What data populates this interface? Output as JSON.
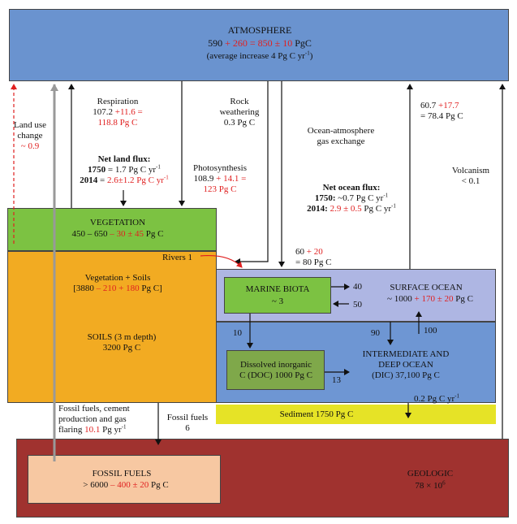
{
  "atmosphere": {
    "title": "ATMOSPHERE",
    "line1_a": "590",
    "line1_b": " + 260 = 850 ± 10",
    "line1_c": " PgC",
    "line2": "(average increase 4 Pg C yr",
    "line2_sup": "-1",
    "line2_end": ")"
  },
  "vegetation": {
    "title": "VEGETATION",
    "line_a": "450 – 650",
    "line_b": " – 30 ± 45",
    "line_c": " Pg C"
  },
  "veg_soils": {
    "title": "Vegetation + Soils",
    "line_a": "[3880",
    "line_b": " – 210 + 180",
    "line_c": " Pg C]"
  },
  "soils": {
    "line1": "SOILS (3 m depth)",
    "line2": "3200 Pg C"
  },
  "marine_biota": {
    "title": "MARINE BIOTA",
    "value": "~ 3"
  },
  "surface_ocean": {
    "title": "SURFACE OCEAN",
    "line_a": "~ 1000",
    "line_b": " + 170 ± 20",
    "line_c": " Pg C"
  },
  "deep_ocean": {
    "line1": "INTERMEDIATE AND",
    "line2": "DEEP OCEAN",
    "line3": "(DIC) 37,100 Pg C"
  },
  "dissolved": {
    "line1": "Dissolved inorganic",
    "line2": "C (DOC) 1000 Pg C"
  },
  "sediment": {
    "label": "Sediment 1750 Pg C"
  },
  "fossil_fuels": {
    "title": "FOSSIL FUELS",
    "line_a": "> 6000",
    "line_b": " – 400 ± 20",
    "line_c": " Pg C"
  },
  "geologic": {
    "title": "GEOLOGIC",
    "value": "78 × 10",
    "value_sup": "6"
  },
  "flows": {
    "land_use_1": "Land use",
    "land_use_2": "change",
    "land_use_3": "~ 0.9",
    "respiration_1": "Respiration",
    "respiration_2a": "107.2",
    "respiration_2b": " +11.6 =",
    "respiration_3": "118.8 Pg C",
    "rock_1": "Rock",
    "rock_2": "weathering",
    "rock_3": "0.3 Pg C",
    "ocean_atm_1": "Ocean-atmosphere",
    "ocean_atm_2": "gas exchange",
    "right_1a": "60.7",
    "right_1b": " +17.7",
    "right_2": "= 78.4 Pg C",
    "net_land_title": "Net land flux:",
    "net_land_1750_a": "1750",
    "net_land_1750_b": " = 1.7 Pg C yr",
    "net_land_1750_sup": "-1",
    "net_land_2014_a": "2014",
    "net_land_2014_b": " = ",
    "net_land_2014_c": "2.6±1.2 Pg C yr",
    "net_land_2014_sup": "-1",
    "photo_1": "Photosynthesis",
    "photo_2a": "108.9",
    "photo_2b": " + 14.1 =",
    "photo_3": "123 Pg C",
    "net_ocean_title": "Net ocean  flux:",
    "net_ocean_1750_a": "1750:",
    "net_ocean_1750_b": " ~0.7 Pg C yr",
    "net_ocean_1750_sup": "-1",
    "net_ocean_2014_a": "2014:",
    "net_ocean_2014_b": " 2.9 ± 0.5",
    "net_ocean_2014_c": " Pg C yr",
    "net_ocean_2014_sup": "-1",
    "volcanism_1": "Volcanism",
    "volcanism_2": "< 0.1",
    "sixty_a": "60",
    "sixty_b": " + 20",
    "sixty_2": "= 80 Pg C",
    "rivers": "Rivers 1",
    "to_surface_40": "40",
    "from_surface_50": "50",
    "biota_down_10": "10",
    "down_90": "90",
    "up_100": "100",
    "doc_13": "13",
    "sediment_flux_a": "0.2 Pg C yr",
    "sediment_flux_sup": "-1",
    "fossil_emis_1": "Fossil fuels, cement",
    "fossil_emis_2": "production and gas",
    "fossil_emis_3a": "flaring",
    "fossil_emis_3b": " 10.1",
    "fossil_emis_3c": " Pg yr",
    "fossil_emis_3sup": "-1",
    "fossil_soil_1": "Fossil fuels",
    "fossil_soil_2": "6"
  },
  "colors": {
    "atmosphere": "#6a93cf",
    "vegetation": "#7cc242",
    "soils": "#f2ab22",
    "surface_ocean": "#aeb6e3",
    "deep_ocean": "#6e96d3",
    "marine_biota": "#7cc242",
    "dissolved": "#7fa84a",
    "sediment": "#e6e326",
    "geologic": "#a0322f",
    "fossil_fuels": "#f7c8a2",
    "red_text": "#e02020"
  }
}
